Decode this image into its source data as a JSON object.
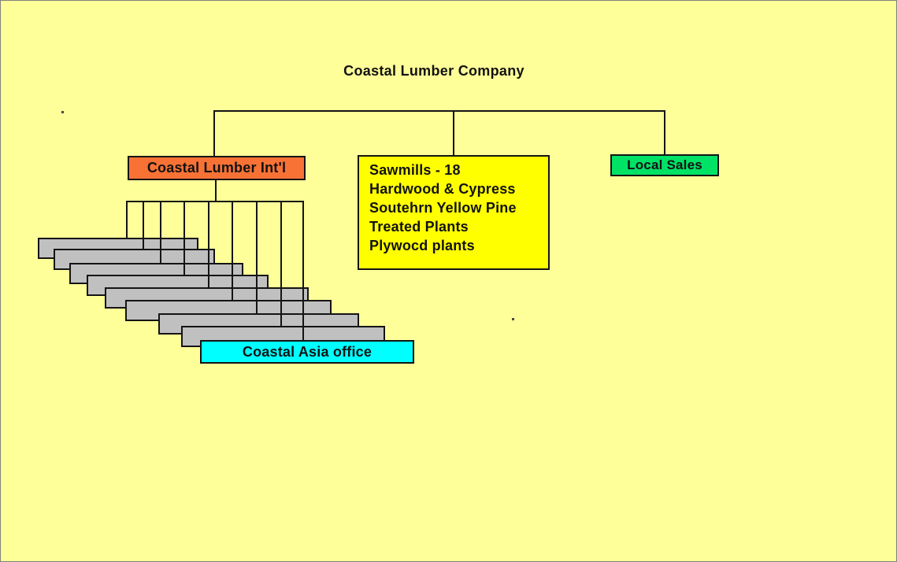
{
  "title": "Coastal Lumber Company",
  "colors": {
    "background": "#FFFF99",
    "connector": "#141414",
    "intl_box": "#F97235",
    "sawmills_box": "#FFFF00",
    "local_sales_box": "#00E266",
    "asia_office_box": "#00FFFF",
    "subsidiary_box": "#C0C0C0"
  },
  "nodes": {
    "intl": {
      "label": "Coastal Lumber Int'l"
    },
    "sawmills": {
      "lines": [
        "Sawmills - 18",
        "Hardwood & Cypress",
        "Soutehrn Yellow Pine",
        "Treated Plants",
        "Plywocd plants"
      ]
    },
    "local_sales": {
      "label": "Local Sales"
    },
    "asia_office": {
      "label": "Coastal Asia office"
    }
  },
  "subsidiaries": {
    "count": 8
  }
}
